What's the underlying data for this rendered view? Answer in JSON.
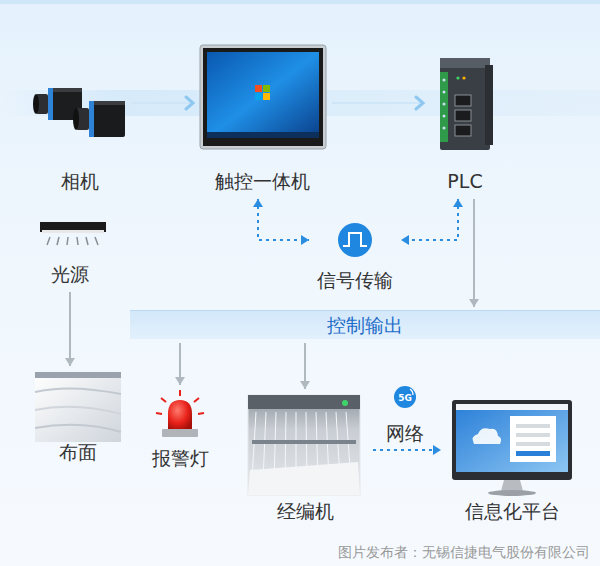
{
  "diagram": {
    "nodes": [
      {
        "text": [
          "相机"
        ]
      },
      {
        "text": [
          "触控一体机"
        ]
      },
      {
        "text": [
          "PLC"
        ]
      },
      {
        "text": [
          "光源"
        ]
      },
      {
        "text": [
          "信号传输"
        ]
      },
      {
        "text": [
          "控制输出"
        ]
      },
      {
        "text": [
          "布面"
        ]
      },
      {
        "text": [
          "报警灯"
        ]
      },
      {
        "text": [
          "经编机"
        ]
      },
      {
        "text": [
          "信息化平台"
        ]
      }
    ],
    "edges": [
      {
        "from": 0,
        "to": 1,
        "arrow": "to"
      },
      {
        "from": 1,
        "to": 2,
        "arrow": "to"
      },
      {
        "from": 1,
        "to": 4,
        "arrow": "both"
      },
      {
        "from": 2,
        "to": 4,
        "arrow": "both"
      },
      {
        "from": 2,
        "to": 5,
        "arrow": "to"
      },
      {
        "from": 5,
        "to": 7,
        "arrow": "to"
      },
      {
        "from": 5,
        "to": 8,
        "arrow": "to"
      },
      {
        "from": 3,
        "to": 6,
        "arrow": "to"
      },
      {
        "from": 8,
        "to": 9,
        "label": "网络",
        "arrow": "to"
      }
    ],
    "labels": [
      "5G",
      "图片发布者：无锡信捷电气股份有限公司"
    ]
  }
}
